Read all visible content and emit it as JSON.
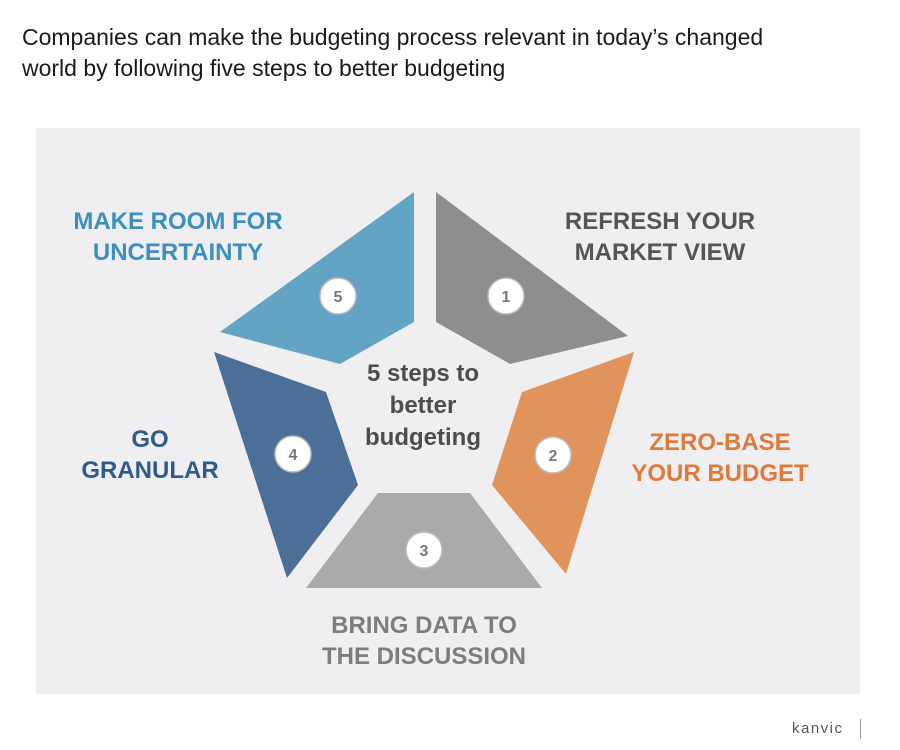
{
  "header": {
    "line1": "Companies can make the budgeting process relevant in today’s changed",
    "line2": "world by following five steps to better budgeting"
  },
  "diagram": {
    "center": {
      "line1": "5 steps to",
      "line2": "better",
      "line3": "budgeting",
      "color": "#4d4d4d"
    },
    "steps": [
      {
        "number": "1",
        "label_line1": "REFRESH YOUR",
        "label_line2": "MARKET VIEW",
        "color": "#8e8e8e",
        "label_color": "#555555"
      },
      {
        "number": "2",
        "label_line1": "ZERO-BASE",
        "label_line2": "YOUR BUDGET",
        "color": "#e0945c",
        "label_color": "#e07a3a"
      },
      {
        "number": "3",
        "label_line1": "BRING DATA TO",
        "label_line2": "THE DISCUSSION",
        "color": "#aaaaaa",
        "label_color": "#7d7d7d"
      },
      {
        "number": "4",
        "label_line1": "GO",
        "label_line2": "GRANULAR",
        "color": "#4b6f97",
        "label_color": "#2f5b8a"
      },
      {
        "number": "5",
        "label_line1": "MAKE ROOM FOR",
        "label_line2": "UNCERTAINTY",
        "color": "#63a3c4",
        "label_color": "#3d8fbf"
      }
    ]
  },
  "footer": {
    "logo": "kanvic"
  }
}
